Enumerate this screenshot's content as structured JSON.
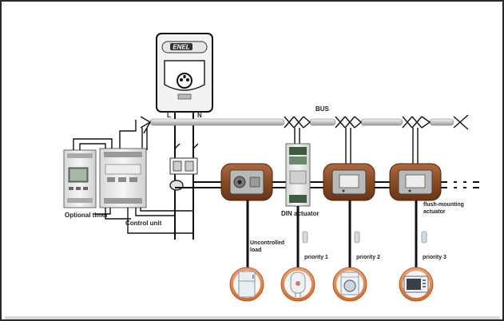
{
  "meter": {
    "brand": "ENEL"
  },
  "lines": {
    "live": "L",
    "neutral": "N",
    "bus": "BUS"
  },
  "labels": {
    "optional_timer": "Optional timer",
    "control_unit": "Control unit",
    "din_actuator": "DIN actuator",
    "flush_actuator_line1": "flush-mounting",
    "flush_actuator_line2": "actuator",
    "uncontrolled_line1": "Uncontrolled",
    "uncontrolled_line2": "load",
    "priority_1": "priority  1",
    "priority_2": "priority  2",
    "priority_3": "priority  3"
  },
  "appliances": [
    "fridge-icon",
    "water-heater-icon",
    "washing-machine-icon",
    "microwave-icon"
  ],
  "colors": {
    "wood": "#8a4a22",
    "wire": "#111111",
    "bus_pipe": "#cfcfcf",
    "appliance_ring": "#e8874a",
    "frame_border": "#2a2a2a"
  }
}
